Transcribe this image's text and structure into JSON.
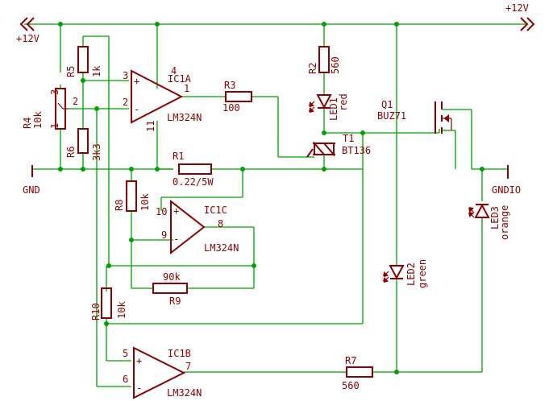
{
  "supply": {
    "vcc_left": "+12V",
    "vcc_right": "+12V",
    "gnd": "GND",
    "gndio": "GNDIO"
  },
  "components": {
    "r5": {
      "ref": "R5",
      "value": "1k"
    },
    "r6": {
      "ref": "R6",
      "value": "3k3"
    },
    "r4": {
      "ref": "R4",
      "value": "10k",
      "pin1": "1",
      "pin2": "2",
      "pin3": "3"
    },
    "ic1a": {
      "ref": "IC1A",
      "part": "LM324N",
      "pin_plus": "3",
      "pin_minus": "2",
      "pin_out": "1",
      "pin_vcc": "4",
      "pin_gnd": "11",
      "plus": "+",
      "minus": "-"
    },
    "r3": {
      "ref": "R3",
      "value": "100"
    },
    "r2": {
      "ref": "R2",
      "value": "560"
    },
    "led1": {
      "ref": "LED1",
      "color": "red"
    },
    "q1": {
      "ref": "Q1",
      "part": "BUZ71"
    },
    "t1": {
      "ref": "T1",
      "part": "BT136"
    },
    "r1": {
      "ref": "R1",
      "value": "0.22/5W"
    },
    "r8": {
      "ref": "R8",
      "value": "10k"
    },
    "ic1c": {
      "ref": "IC1C",
      "part": "LM324N",
      "pin_plus": "10",
      "pin_minus": "9",
      "pin_out": "8",
      "plus": "+",
      "minus": "-"
    },
    "led3": {
      "ref": "LED3",
      "color": "orange"
    },
    "r9": {
      "ref": "R9",
      "value": "90k"
    },
    "led2": {
      "ref": "LED2",
      "color": "green"
    },
    "r10": {
      "ref": "R10",
      "value": "10k"
    },
    "ic1b": {
      "ref": "IC1B",
      "part": "LM324N",
      "pin_plus": "5",
      "pin_minus": "6",
      "pin_out": "7",
      "plus": "+",
      "minus": "-"
    },
    "r7": {
      "ref": "R7",
      "value": "560"
    }
  }
}
